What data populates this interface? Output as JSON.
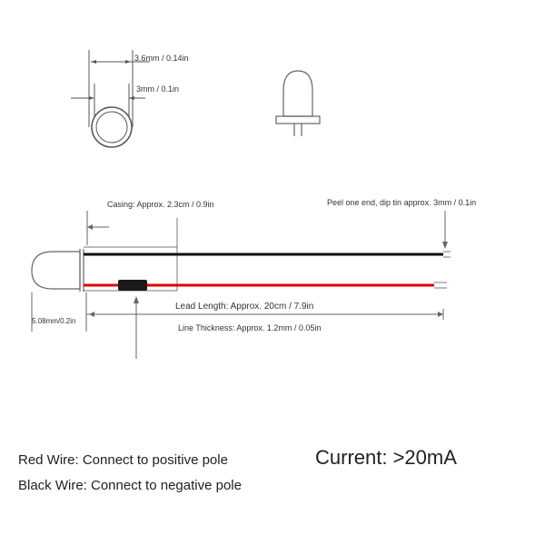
{
  "dimensions": {
    "head_outer": "3.6mm / 0.14in",
    "head_inner": "3mm / 0.1in",
    "casing": "Casing: Approx. 2.3cm / 0.9in",
    "peel": "Peel one end, dip tin approx. 3mm / 0.1in",
    "lead_length": "Lead Length: Approx. 20cm / 7.9in",
    "line_thickness": "Line Thickness: Approx. 1.2mm / 0.05in",
    "bulb_diameter": "5.08mm/0.2in"
  },
  "notes": {
    "red_wire": "Red Wire: Connect to positive pole",
    "black_wire": "Black Wire: Connect to negative pole",
    "current": "Current: >20mA"
  },
  "colors": {
    "red_wire": "#e00000",
    "black_wire": "#111111",
    "outline": "#555555"
  }
}
